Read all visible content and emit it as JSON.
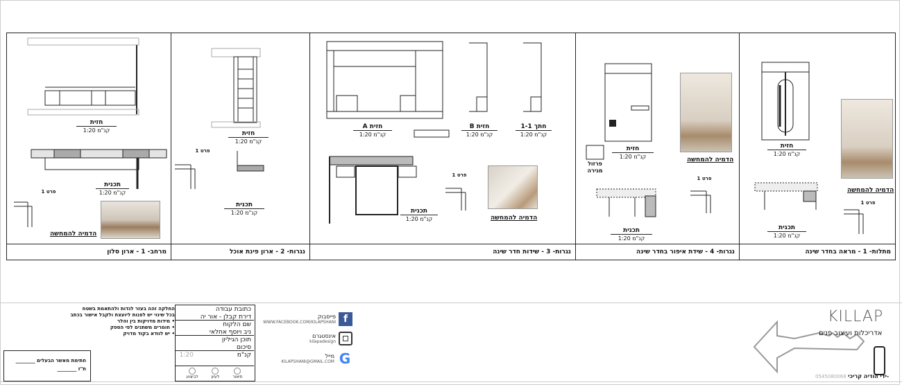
{
  "panels": [
    {
      "title": "מרחב- 1 - ארון סלון",
      "labels": {
        "elevation": "חזית",
        "scale": "קנ\"מ 1:20",
        "plan": "תכנית",
        "plan_scale": "קנ\"מ 1:20",
        "render": "הדמיה להמחשה",
        "detail": "פרט 1"
      }
    },
    {
      "title": "נגרות- 2 - ארון פינת אוכל",
      "labels": {
        "elevation": "חזית",
        "scale": "קנ\"מ 1:20",
        "plan": "תכנית",
        "plan_scale": "קנ\"מ 1:20",
        "detail": "פרט 1"
      }
    },
    {
      "title": "נגרות- 3 - שידות חדר שינה",
      "labels": {
        "elevation_a": "חזית A",
        "elevation_b": "חזית B",
        "section": "חתך 1-1",
        "scale": "קנ\"מ 1:20",
        "plan": "תכנית",
        "render": "הדמיה להמחשה",
        "detail": "פרט 1"
      }
    },
    {
      "title": "נגרות- 4 - שידת איפור בחדר שינה",
      "labels": {
        "elevation": "חזית",
        "scale": "קנ\"מ 1:20",
        "plan": "תכנית",
        "render": "הדמיה להמחשה",
        "detail": "פרט 1",
        "handle": "פרזול מגירה"
      }
    },
    {
      "title": "מתלות- 1 - מראה בחדר שינה",
      "labels": {
        "elevation": "חזית",
        "scale": "קנ\"מ 1:20",
        "plan": "תכנית",
        "render": "הדמיה להמחשה",
        "detail": "פרט 1"
      }
    }
  ],
  "title_block": {
    "address_label": "כתובת עבודה",
    "address": "דירת קבלן - אור יה",
    "client_label": "שם הלקוח",
    "client": "ניב ויוסף אחלאי",
    "content_label": "תוכן הגיליון",
    "content": "סיכום",
    "scale_label": "קנ\"מ",
    "scale": "1:20",
    "status": [
      "תיאור",
      "לעיון",
      "לביצוע"
    ],
    "notes": [
      "החלקה זהה בעזר לגדות ולהתאמת בשטח",
      "בכל שינוי יש לפנות ליועצת ולקבל אישור בכתב",
      "• מידות מדויקות בין והלר",
      "• חומרים משתנים לפי הספק",
      "• יש לוודא בקוד מדויק"
    ],
    "approval": "חתימת מאשר הבעלים",
    "id": "ת\"ז"
  },
  "contact": {
    "facebook_label": "פייסבוק",
    "facebook": "WWW.FACEBOOK.COM/KILAPSHANI",
    "instagram_label": "אינסטגרם",
    "instagram": "kilapadesign",
    "mail_label": "מייל",
    "mail": "KILAPSHANI@GMAIL.COM"
  },
  "logo": {
    "brand": "KILLAP",
    "tagline": "אדריכלות ועיצוב פנים",
    "phone": "0545080068",
    "name": "-ידי הודיה קריכי"
  },
  "colors": {
    "facebook": "#3b5998",
    "line": "#222222"
  }
}
